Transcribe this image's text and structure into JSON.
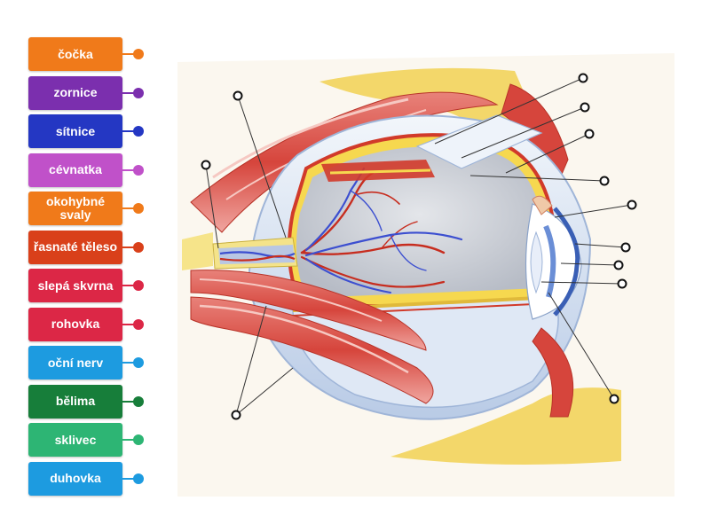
{
  "labels": [
    {
      "id": "cocka",
      "text": "čočka",
      "color": "#f07a1a"
    },
    {
      "id": "zornice",
      "text": "zornice",
      "color": "#7b2fae"
    },
    {
      "id": "sitnice",
      "text": "sítnice",
      "color": "#2437c3"
    },
    {
      "id": "cevnatka",
      "text": "cévnatka",
      "color": "#c051c9"
    },
    {
      "id": "okohybne-svaly",
      "text": "okohybné svaly",
      "color": "#f07a1a"
    },
    {
      "id": "rasnate-teleso",
      "text": "řasnaté těleso",
      "color": "#d9401a"
    },
    {
      "id": "slepa-skvrna",
      "text": "slepá skvrna",
      "color": "#dc2746"
    },
    {
      "id": "rohovka",
      "text": "rohovka",
      "color": "#dc2746"
    },
    {
      "id": "ocni-nerv",
      "text": "oční nerv",
      "color": "#1d9be0"
    },
    {
      "id": "belima",
      "text": "bělima",
      "color": "#177e3a"
    },
    {
      "id": "sklivec",
      "text": "sklivec",
      "color": "#2db574"
    },
    {
      "id": "duhovka",
      "text": "duhovka",
      "color": "#1d9be0"
    }
  ],
  "targets": [
    {
      "name": "target-nerve-top"
    },
    {
      "name": "target-nerve-left"
    },
    {
      "name": "target-upper-1"
    },
    {
      "name": "target-upper-2"
    },
    {
      "name": "target-upper-3"
    },
    {
      "name": "target-vitreous"
    },
    {
      "name": "target-ciliary"
    },
    {
      "name": "target-cornea"
    },
    {
      "name": "target-pupil"
    },
    {
      "name": "target-iris"
    },
    {
      "name": "target-lower-right"
    },
    {
      "name": "target-muscles-bottom"
    }
  ]
}
